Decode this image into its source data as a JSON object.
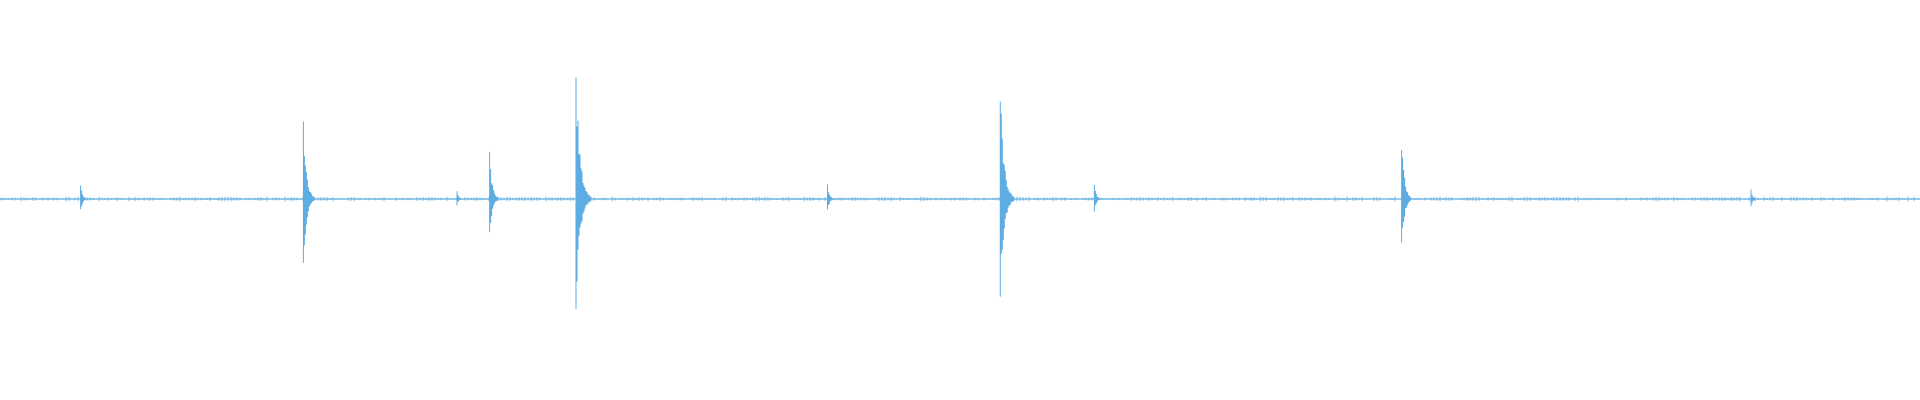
{
  "waveform": {
    "color": "#5dade2",
    "baseline_amplitude": 0.01,
    "spikes": [
      {
        "time": 0.042,
        "amplitude": 0.1
      },
      {
        "time": 0.158,
        "amplitude": 0.5
      },
      {
        "time": 0.238,
        "amplitude": 0.05
      },
      {
        "time": 0.255,
        "amplitude": 0.3
      },
      {
        "time": 0.3,
        "amplitude": 0.8
      },
      {
        "time": 0.431,
        "amplitude": 0.1
      },
      {
        "time": 0.521,
        "amplitude": 0.7
      },
      {
        "time": 0.57,
        "amplitude": 0.1
      },
      {
        "time": 0.73,
        "amplitude": 0.4
      },
      {
        "time": 0.912,
        "amplitude": 0.06
      }
    ]
  }
}
